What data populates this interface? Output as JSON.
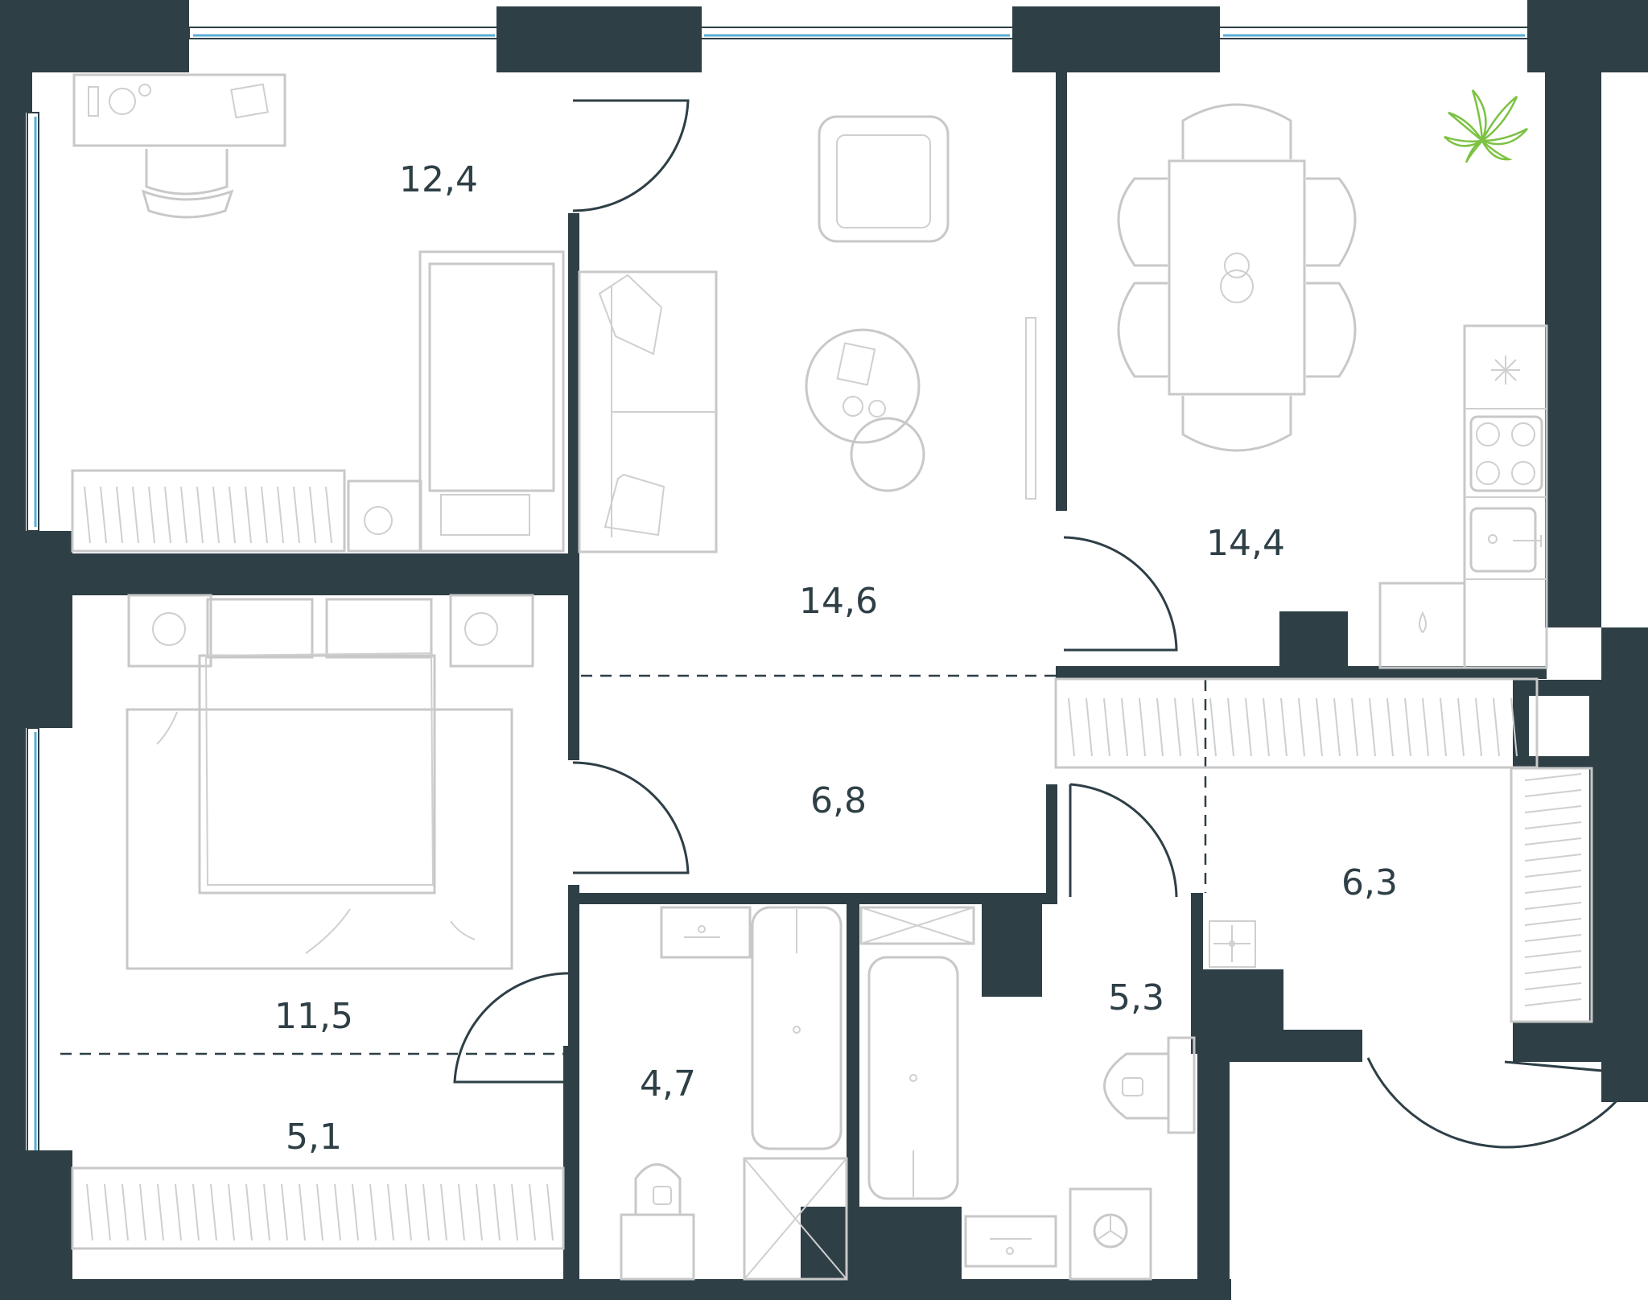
{
  "plan": {
    "wall_color": "#2e3f46",
    "window_color": "#5aaed6",
    "furniture_color": "#c8c8c8",
    "plant_color": "#7cc242",
    "rooms": [
      {
        "id": "study-bedroom",
        "area": "12,4"
      },
      {
        "id": "living-room",
        "area": "14,6"
      },
      {
        "id": "kitchen-dining",
        "area": "14,4"
      },
      {
        "id": "hallway",
        "area": "6,8"
      },
      {
        "id": "bedroom",
        "area": "11,5"
      },
      {
        "id": "dressing-area",
        "area": "5,1"
      },
      {
        "id": "bathroom-1",
        "area": "4,7"
      },
      {
        "id": "bathroom-2",
        "area": "5,3"
      },
      {
        "id": "entrance-hall",
        "area": "6,3"
      }
    ]
  }
}
